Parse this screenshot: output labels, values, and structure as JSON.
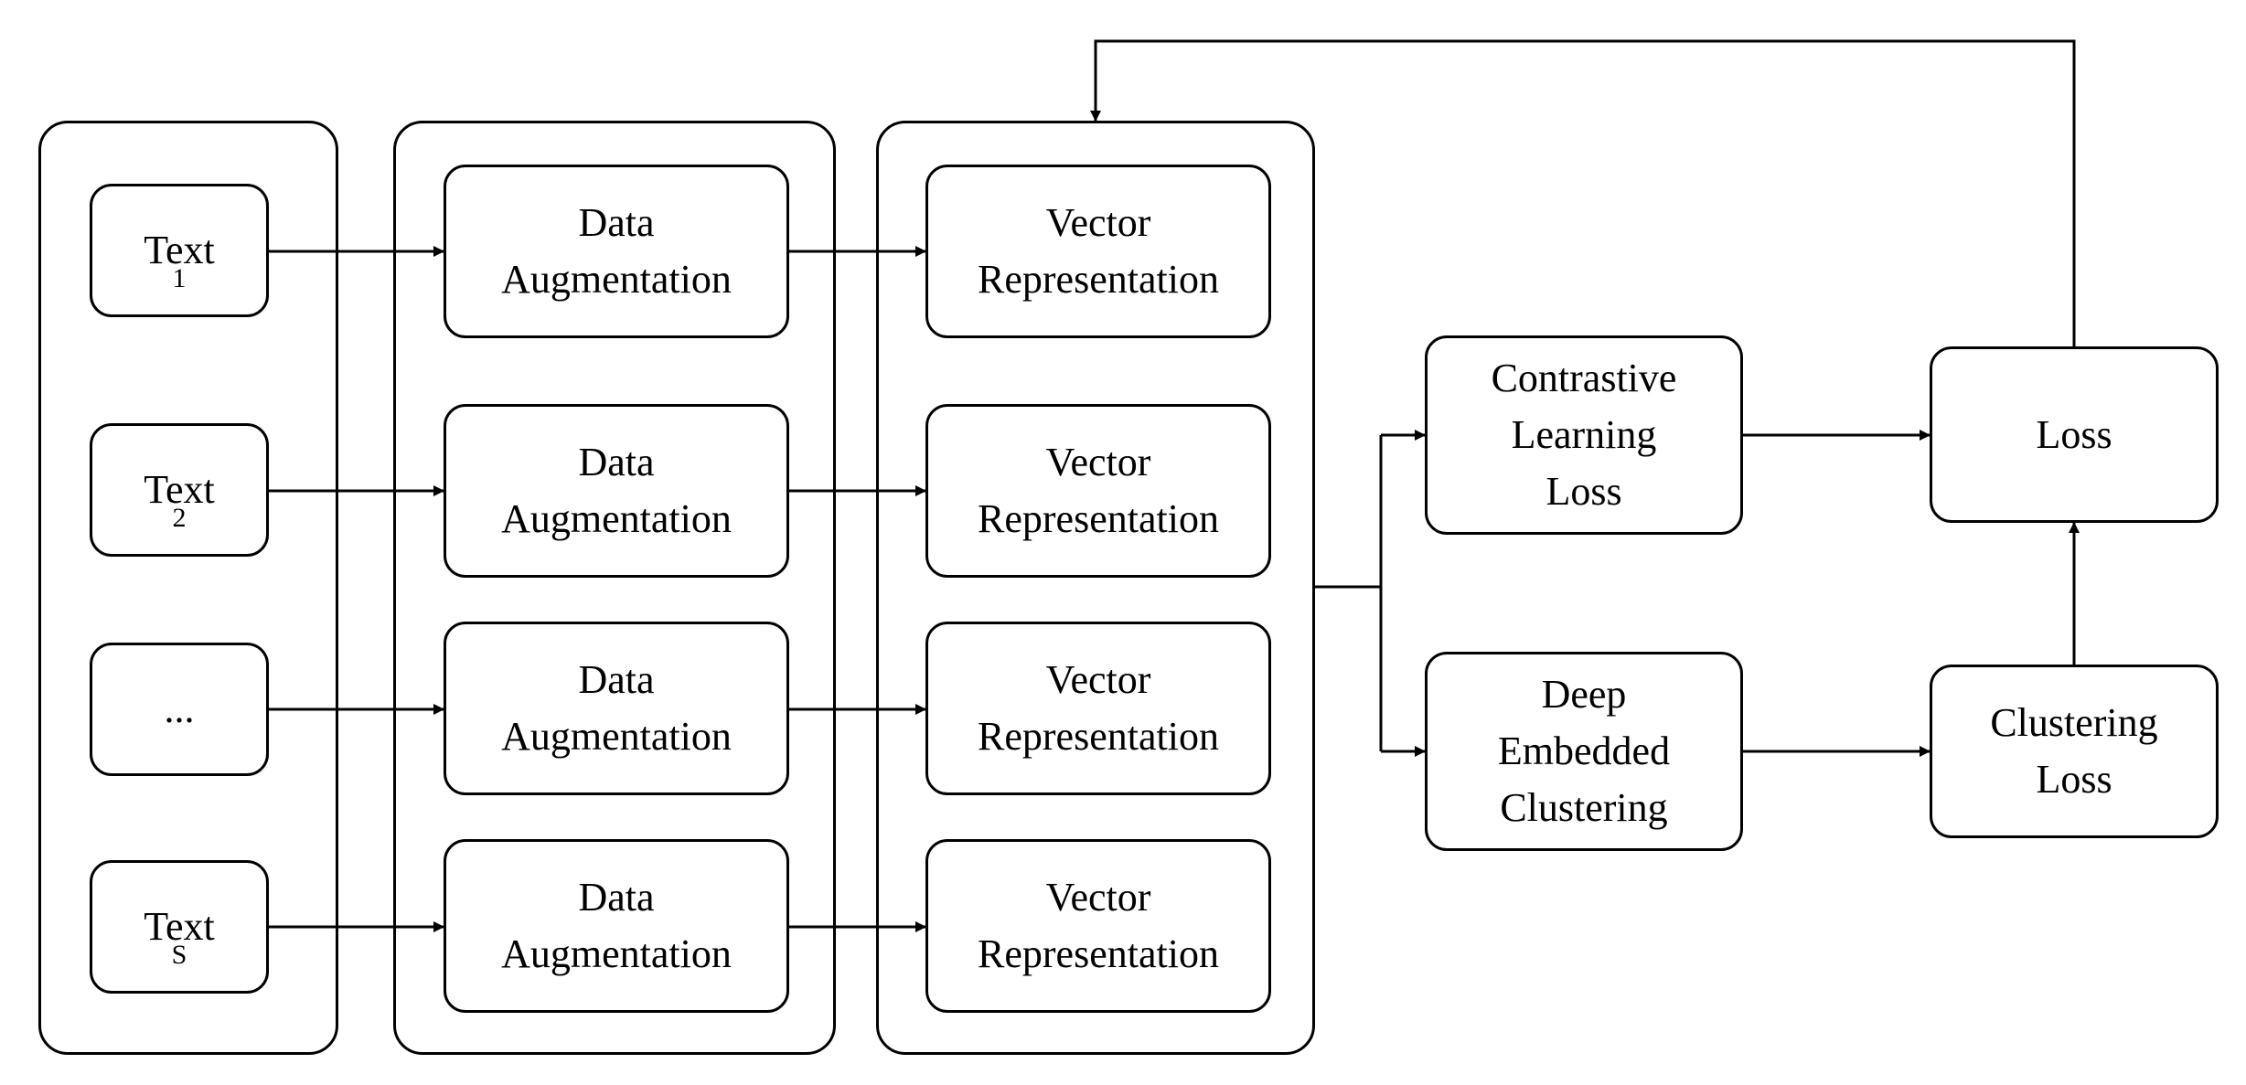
{
  "texts": [
    {
      "main": "Text",
      "sub": "1"
    },
    {
      "main": "Text",
      "sub": "2"
    },
    {
      "main": "...",
      "sub": ""
    },
    {
      "main": "Text",
      "sub": "S"
    }
  ],
  "augmentation": [
    {
      "line1": "Data",
      "line2": "Augmentation"
    },
    {
      "line1": "Data",
      "line2": "Augmentation"
    },
    {
      "line1": "Data",
      "line2": "Augmentation"
    },
    {
      "line1": "Data",
      "line2": "Augmentation"
    }
  ],
  "vector": [
    {
      "line1": "Vector",
      "line2": "Representation"
    },
    {
      "line1": "Vector",
      "line2": "Representation"
    },
    {
      "line1": "Vector",
      "line2": "Representation"
    },
    {
      "line1": "Vector",
      "line2": "Representation"
    }
  ],
  "contrastive": {
    "line1": "Contrastive",
    "line2": "Learning",
    "line3": "Loss"
  },
  "dec": {
    "line1": "Deep",
    "line2": "Embedded",
    "line3": "Clustering"
  },
  "loss": {
    "label": "Loss"
  },
  "clustering_loss": {
    "line1": "Clustering",
    "line2": "Loss"
  },
  "colors": {
    "stroke": "#000000",
    "background": "#ffffff"
  }
}
